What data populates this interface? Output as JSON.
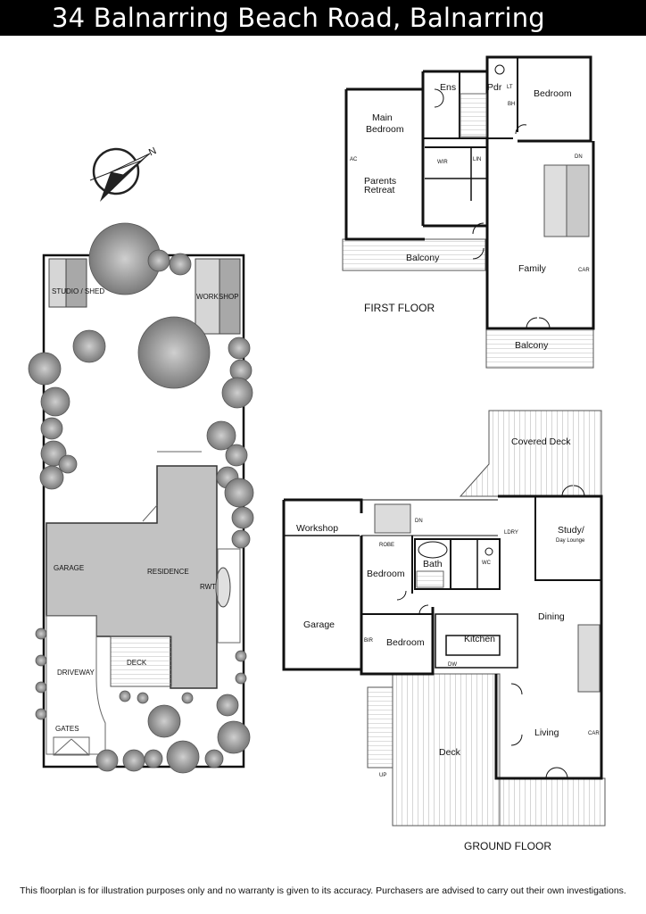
{
  "header": {
    "title": "34 Balnarring Beach Road, Balnarring"
  },
  "site_plan": {
    "labels": {
      "studio_shed": "STUDIO / SHED",
      "workshop": "WORKSHOP",
      "garage": "GARAGE",
      "residence": "RESIDENCE",
      "rwt": "RWT",
      "deck": "DECK",
      "driveway": "DRIVEWAY",
      "gates": "GATES"
    }
  },
  "first_floor": {
    "caption": "FIRST FLOOR",
    "rooms": {
      "ens": "Ens",
      "pdr": "Pdr",
      "bedroom": "Bedroom",
      "main_bedroom_1": "Main",
      "main_bedroom_2": "Bedroom",
      "parents_1": "Parents",
      "parents_2": "Retreat",
      "balcony_left": "Balcony",
      "family": "Family",
      "balcony_bottom": "Balcony"
    },
    "small": {
      "wir": "WIR",
      "lin": "LIN",
      "dn": "DN",
      "car": "CAR",
      "lt": "LT",
      "bh": "BH",
      "ac": "AC"
    }
  },
  "ground_floor": {
    "caption": "GROUND FLOOR",
    "rooms": {
      "covered_deck": "Covered Deck",
      "workshop": "Workshop",
      "study_1": "Study/",
      "study_2": "Day Lounge",
      "bedroom_1": "Bedroom",
      "bath": "Bath",
      "garage": "Garage",
      "bedroom_2": "Bedroom",
      "kitchen": "Kitchen",
      "dining": "Dining",
      "living": "Living",
      "deck": "Deck"
    },
    "small": {
      "dn": "DN",
      "up": "UP",
      "bir": "BIR",
      "robe": "ROBE",
      "ldry": "LDRY",
      "dw": "DW",
      "car": "CAR",
      "wc": "WC"
    }
  },
  "disclaimer": "This floorplan is for illustration purposes only and no warranty is given to its accuracy. Purchasers are advised to carry out their own investigations."
}
